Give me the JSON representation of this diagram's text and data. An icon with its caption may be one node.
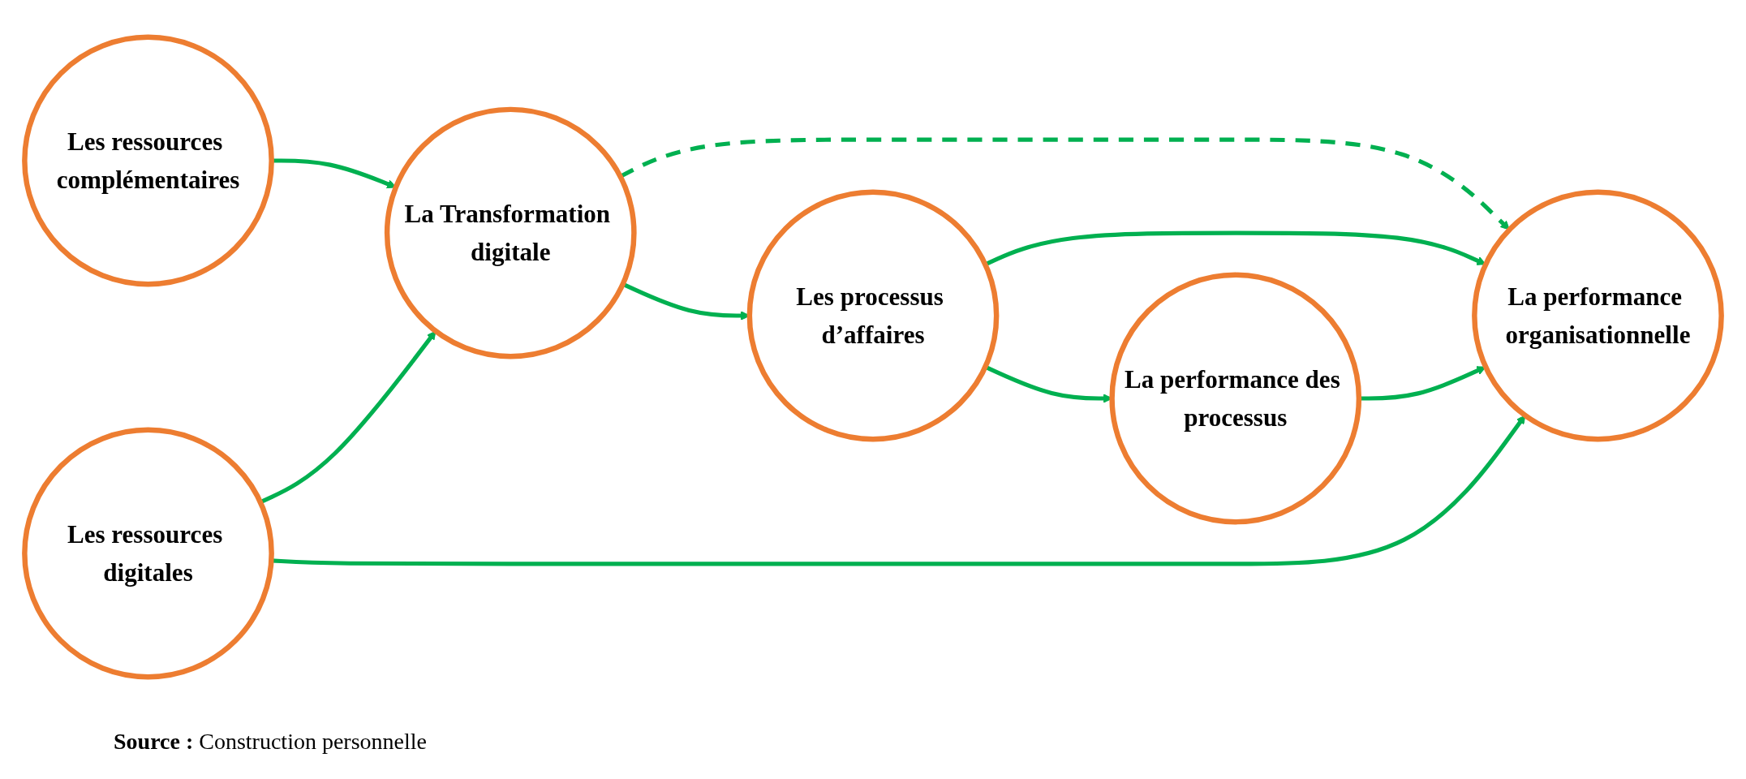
{
  "diagram": {
    "nodes": [
      {
        "text": [
          "Les ressources complémentaires"
        ]
      },
      {
        "text": [
          "Les ressources digitales"
        ]
      },
      {
        "text": [
          "La Transformation digitale"
        ]
      },
      {
        "text": [
          "Les processus d’affaires"
        ]
      },
      {
        "text": [
          "La performance des processus"
        ]
      },
      {
        "text": [
          "La performance organisationnelle"
        ]
      }
    ],
    "edges": [
      {
        "from": 0,
        "to": 2,
        "arrow": "to"
      },
      {
        "from": 1,
        "to": 2,
        "arrow": "to"
      },
      {
        "from": 2,
        "to": 3,
        "arrow": "to"
      },
      {
        "from": 3,
        "to": 4,
        "arrow": "to"
      },
      {
        "from": 2,
        "to": 5,
        "arrow": "to",
        "style": "dashed"
      },
      {
        "from": 3,
        "to": 5,
        "arrow": "to"
      },
      {
        "from": 4,
        "to": 5,
        "arrow": "to"
      },
      {
        "from": 1,
        "to": 5,
        "arrow": "to"
      }
    ],
    "labels": [
      "**Source :** Construction personnelle"
    ]
  }
}
